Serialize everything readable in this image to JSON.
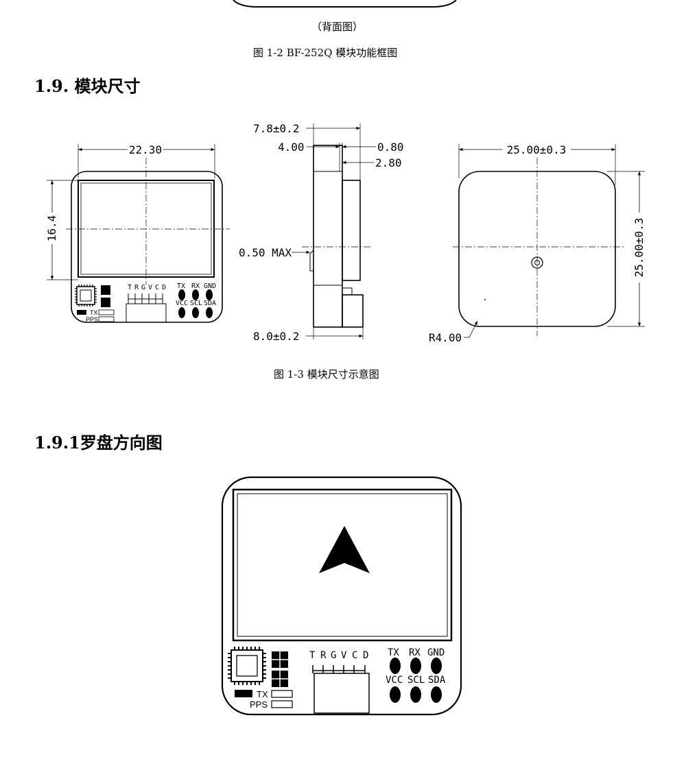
{
  "captions": {
    "back_view": "（背面图）",
    "fig_1_2": "图 1-2 BF-252Q 模块功能框图",
    "fig_1_3": "图 1-3 模块尺寸示意图"
  },
  "headings": {
    "h_1_9": "1.9. 模块尺寸",
    "h_1_9_1": "1.9.1罗盘方向图"
  },
  "dims": {
    "width_front": "22.30",
    "height_front": "16.4",
    "thickness": "7.8±0.2",
    "d_4": "4.00",
    "d_080": "0.80",
    "d_280": "2.80",
    "max050": "0.50 MAX",
    "bottom_thick": "8.0±0.2",
    "width_back": "25.00±0.3",
    "height_back": "25.00±0.3",
    "radius": "R4.00"
  },
  "pins": {
    "header": [
      "T",
      "R",
      "G",
      "V",
      "C",
      "D"
    ],
    "pads_top": [
      "TX",
      "RX",
      "GND"
    ],
    "pads_bottom": [
      "VCC",
      "SCL",
      "SDA"
    ],
    "led_tx": "TX",
    "led_pps": "PPS"
  }
}
